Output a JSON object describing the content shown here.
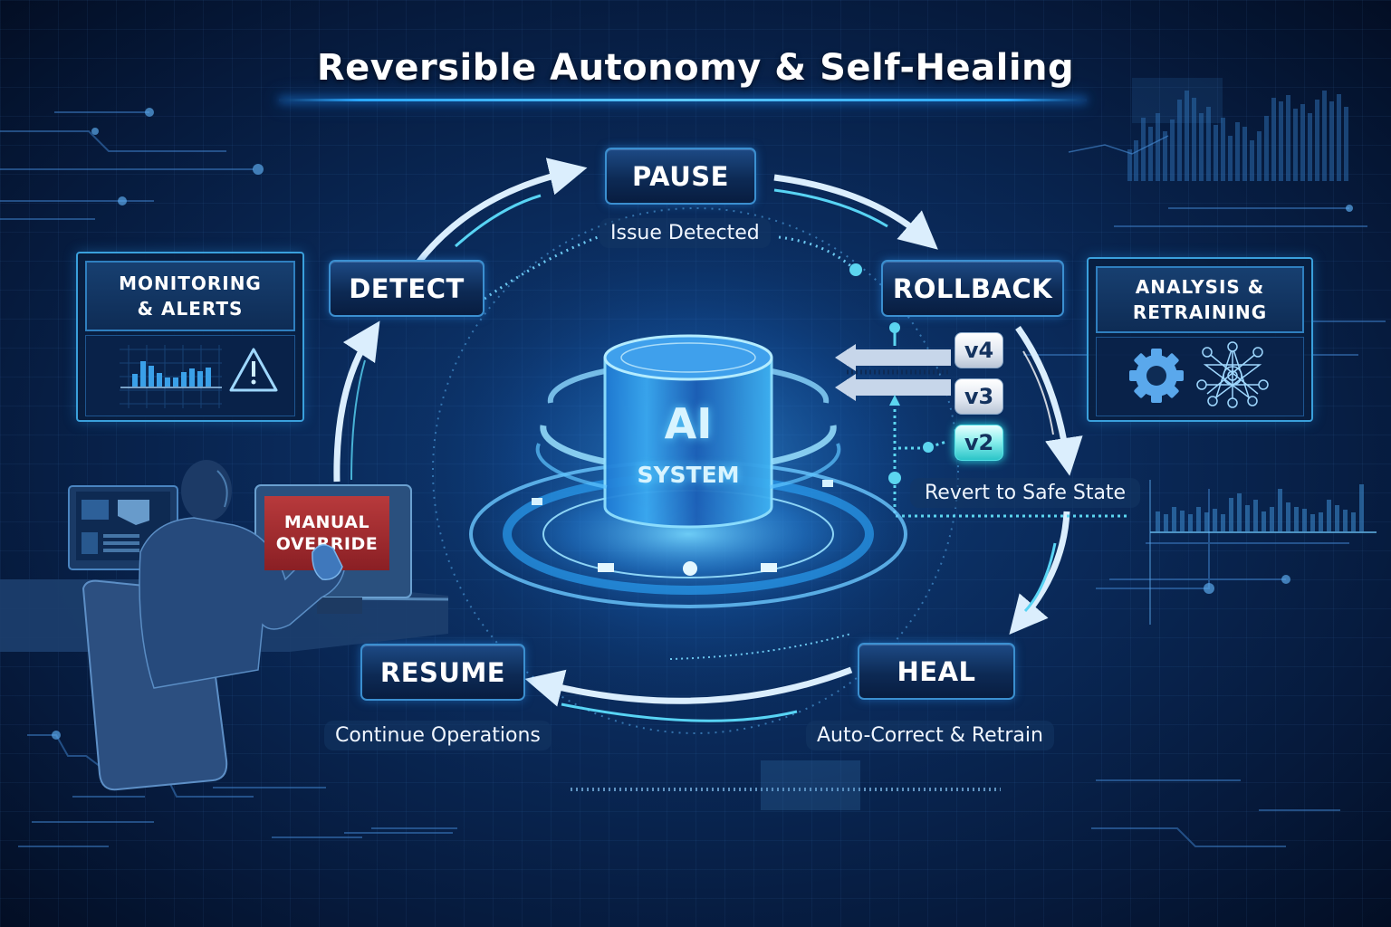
{
  "title": "Reversible Autonomy & Self-Healing",
  "colors": {
    "background": "#0a2a5a",
    "accent": "#2aa8ff",
    "step_border": "#3b8fd0",
    "safe_version": "#2bc4c8",
    "override_red": "#a82d31",
    "arrow": "#dbeefd"
  },
  "cycle": {
    "steps": [
      {
        "id": "detect",
        "label": "DETECT"
      },
      {
        "id": "pause",
        "label": "PAUSE",
        "caption": "Issue Detected"
      },
      {
        "id": "rollback",
        "label": "ROLLBACK",
        "caption": "Revert to Safe State"
      },
      {
        "id": "heal",
        "label": "HEAL",
        "caption": "Auto-Correct & Retrain"
      },
      {
        "id": "resume",
        "label": "RESUME",
        "caption": "Continue Operations"
      }
    ]
  },
  "center": {
    "line1": "AI",
    "line2": "SYSTEM"
  },
  "versions": [
    {
      "label": "v4",
      "safe": false
    },
    {
      "label": "v3",
      "safe": false
    },
    {
      "label": "v2",
      "safe": true
    }
  ],
  "panels": {
    "monitoring": {
      "title_line1": "MONITORING",
      "title_line2": "& ALERTS",
      "icons": [
        "bar-chart-icon",
        "warning-icon"
      ]
    },
    "analysis": {
      "title_line1": "ANALYSIS &",
      "title_line2": "RETRAINING",
      "icons": [
        "gear-icon",
        "neural-network-icon"
      ]
    }
  },
  "operator": {
    "screen_line1": "MANUAL",
    "screen_line2": "OVERRIDE"
  }
}
